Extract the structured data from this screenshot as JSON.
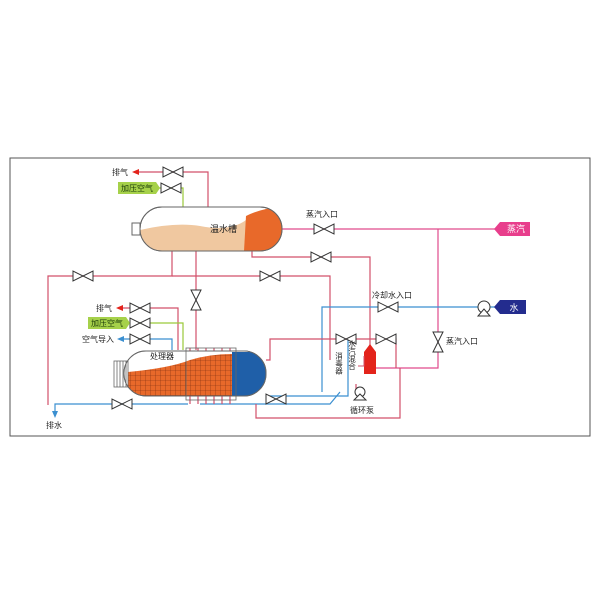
{
  "labels": {
    "exhaust_top": "排气",
    "pressurized_air_top": "加压空气",
    "warm_water_tank": "温水槽",
    "steam_inlet_top": "蒸汽入口",
    "steam_source": "蒸汽",
    "exhaust_mid": "排气",
    "pressurized_air_mid": "加压空气",
    "air_inlet": "空气导入",
    "processor": "处理器",
    "cooling_water_inlet": "冷却水入口",
    "water_source": "水",
    "disinfector": "消毒器",
    "water_steam_mix": "水汽混合",
    "steam_inlet_right": "蒸汽入口",
    "circulation_pump": "循环泵",
    "drain": "排水"
  },
  "colors": {
    "pipe_red": "#d2506a",
    "pipe_blue": "#3b8fd0",
    "pipe_green": "#9ac93a",
    "pipe_pink": "#e04b8c",
    "steam_tag": "#e83e8c",
    "water_tag": "#232c8e",
    "air_tag": "#a6d14a",
    "tank_beige": "#f0c8a0",
    "tank_orange": "#e8692a",
    "water_blue": "#1f5fa8",
    "mixer_red": "#e3231b"
  }
}
